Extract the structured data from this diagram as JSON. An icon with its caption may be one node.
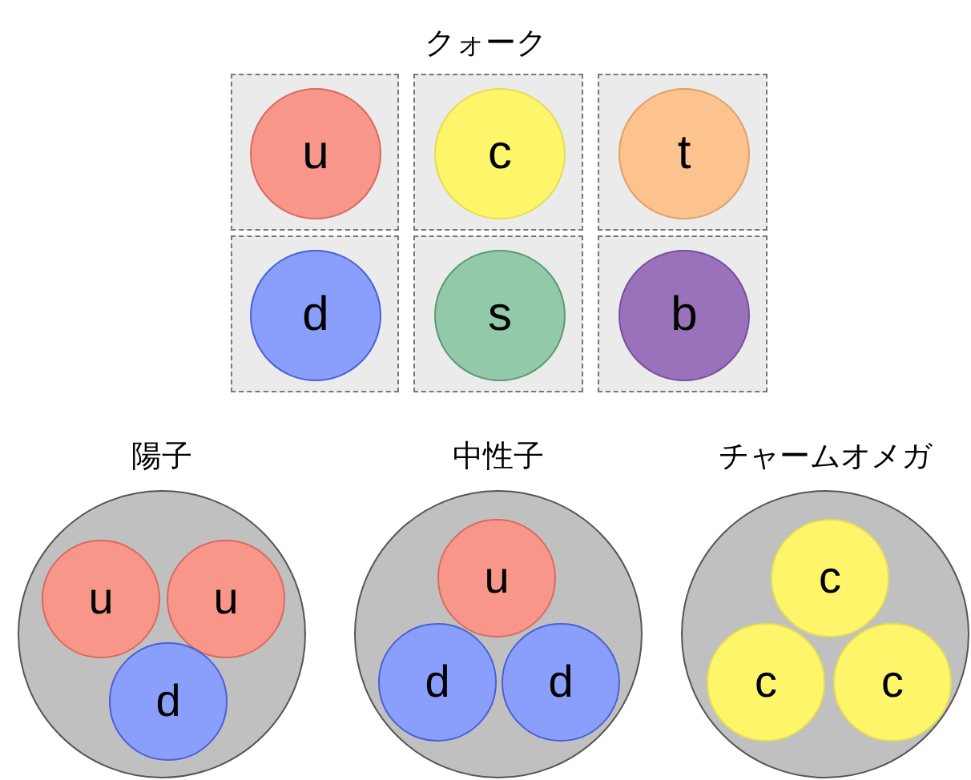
{
  "diagram": {
    "title": "クォーク",
    "nodes": [
      {
        "text": [],
        "shape": "box"
      },
      {
        "text": [
          "u"
        ],
        "in": 0
      },
      {
        "text": [],
        "shape": "box"
      },
      {
        "text": [
          "c"
        ],
        "in": 2
      },
      {
        "text": [],
        "shape": "box"
      },
      {
        "text": [
          "t"
        ],
        "in": 4
      },
      {
        "text": [],
        "shape": "box"
      },
      {
        "text": [
          "d"
        ],
        "in": 6
      },
      {
        "text": [],
        "shape": "box"
      },
      {
        "text": [
          "s"
        ],
        "in": 8
      },
      {
        "text": [],
        "shape": "box"
      },
      {
        "text": [
          "b"
        ],
        "in": 10
      },
      {
        "text": [
          "陽子"
        ]
      },
      {
        "text": [
          "u"
        ],
        "in": 12
      },
      {
        "text": [
          "u"
        ],
        "in": 12
      },
      {
        "text": [
          "d"
        ],
        "in": 12
      },
      {
        "text": [
          "中性子"
        ]
      },
      {
        "text": [
          "u"
        ],
        "in": 16
      },
      {
        "text": [
          "d"
        ],
        "in": 16
      },
      {
        "text": [
          "d"
        ],
        "in": 16
      },
      {
        "text": [
          "チャームオメガ"
        ]
      },
      {
        "text": [
          "c"
        ],
        "in": 20
      },
      {
        "text": [
          "c"
        ],
        "in": 20
      },
      {
        "text": [
          "c"
        ],
        "in": 20
      }
    ]
  }
}
